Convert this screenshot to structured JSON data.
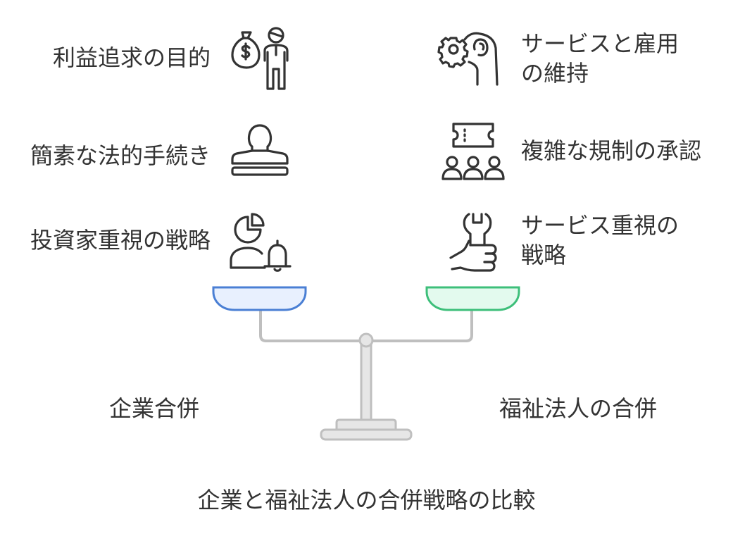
{
  "left_side": {
    "items": [
      {
        "label": "利益追求の目的",
        "icon": "money-bag-person-icon"
      },
      {
        "label": "簡素な法的手続き",
        "icon": "stamp-icon"
      },
      {
        "label": "投資家重視の戦略",
        "icon": "investor-bell-icon"
      }
    ],
    "category": "企業合併",
    "pan_color": "#e8f0fe",
    "pan_stroke": "#4a7fd4"
  },
  "right_side": {
    "items": [
      {
        "label_line1": "サービスと雇用",
        "label_line2": "の維持",
        "icon": "hand-gear-icon"
      },
      {
        "label": "複雑な規制の承認",
        "icon": "ticket-people-icon"
      },
      {
        "label_line1": "サービス重視の",
        "label_line2": "戦略",
        "icon": "wrench-hand-icon"
      }
    ],
    "category": "福祉法人の合併",
    "pan_color": "#e3faee",
    "pan_stroke": "#3dbf7a"
  },
  "title": "企業と福祉法人の合併戦略の比較"
}
